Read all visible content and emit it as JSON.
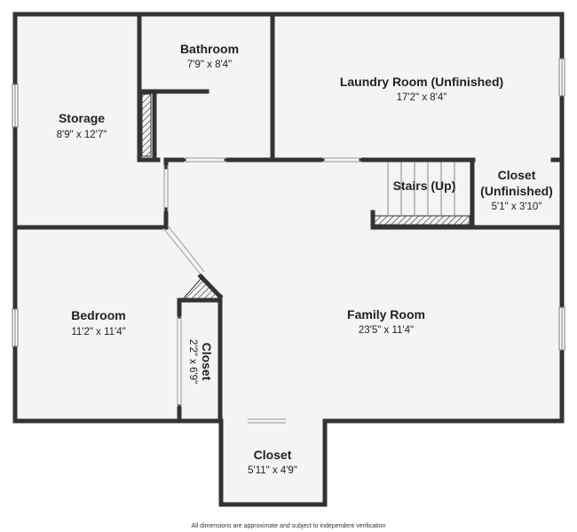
{
  "colors": {
    "wall": "#333333",
    "floor": "#f4f4f4",
    "background": "#ffffff",
    "text": "#222222",
    "hatch": "#555555"
  },
  "rooms": {
    "bathroom": {
      "name": "Bathroom",
      "dims": "7'9\" x 8'4\""
    },
    "laundry": {
      "name": "Laundry Room (Unfinished)",
      "dims": "17'2\" x 8'4\""
    },
    "storage": {
      "name": "Storage",
      "dims": "8'9\" x 12'7\""
    },
    "stairs": {
      "name": "Stairs (Up)"
    },
    "closet_unfinished": {
      "name_line1": "Closet",
      "name_line2": "(Unfinished)",
      "dims": "5'1\" x 3'10\""
    },
    "bedroom": {
      "name": "Bedroom",
      "dims": "11'2\" x 11'4\""
    },
    "family_room": {
      "name": "Family Room",
      "dims": "23'5\" x 11'4\""
    },
    "closet_small": {
      "name": "Closet",
      "dims": "2'2\" x 6'9\""
    },
    "closet_bottom": {
      "name": "Closet",
      "dims": "5'11\" x 4'9\""
    }
  },
  "footer": {
    "disclaimer": "All dimensions are approximate and subject to independent verification"
  }
}
